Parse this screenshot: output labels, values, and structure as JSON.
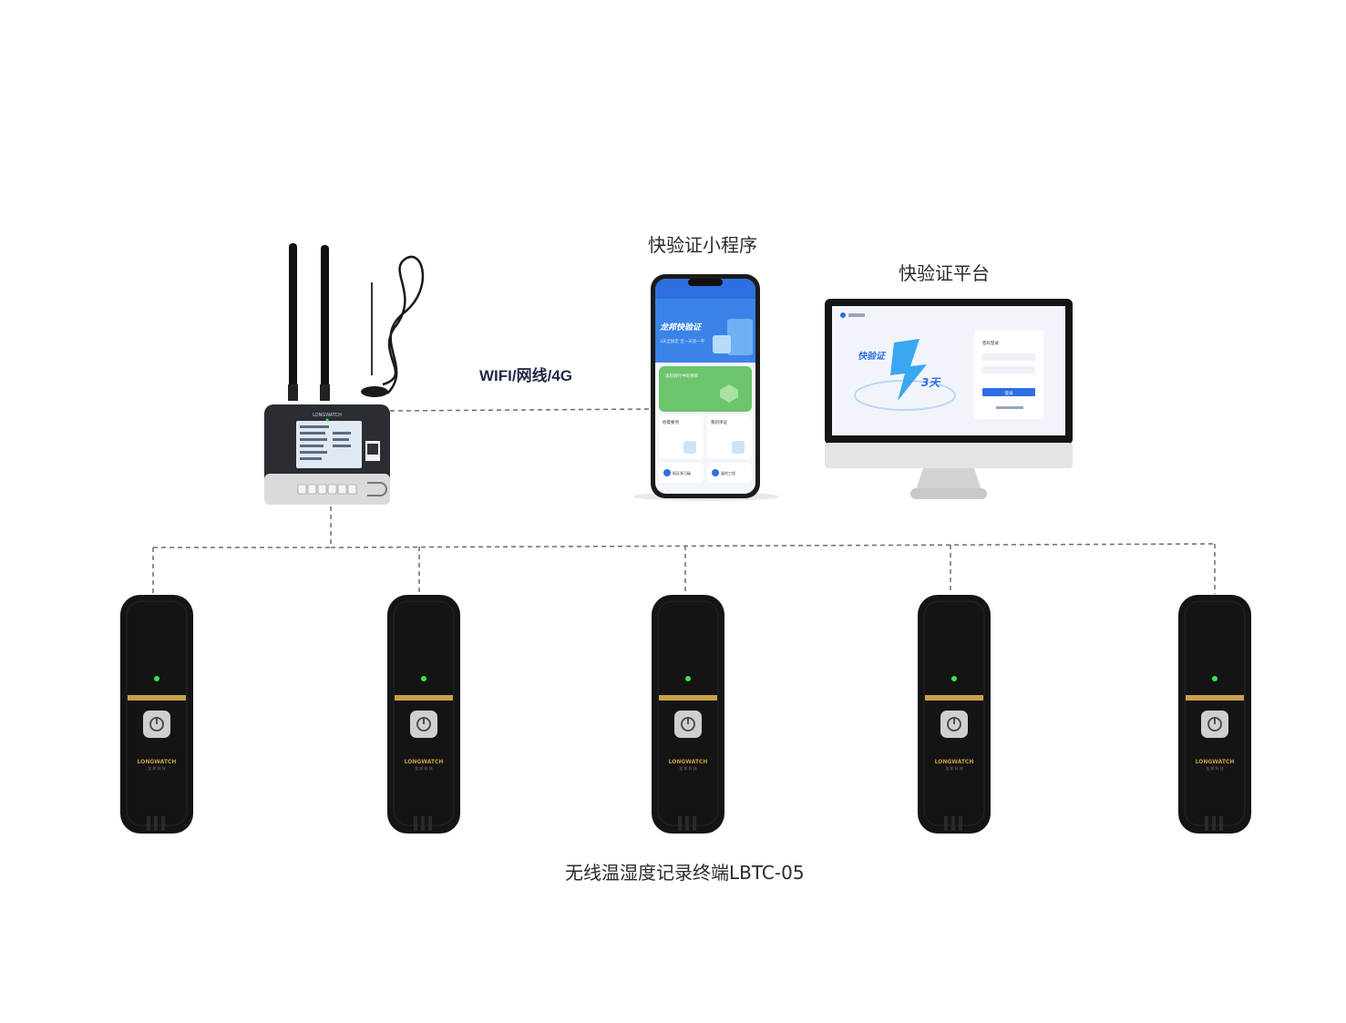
{
  "labels": {
    "mini_program": "快验证小程序",
    "platform": "快验证平台",
    "connection": "WIFI/网线/4G",
    "sensor_caption": "无线温湿度记录终端LBTC-05"
  },
  "gateway": {
    "brand": "LONGWATCH"
  },
  "phone": {
    "app_title": "龙邦快验证",
    "banner_slogan": "3天全搞定 还一天验一平",
    "card_text": "选检验行中的项目",
    "tile_1": "他需要项",
    "tile_2": "我的项证",
    "tile_3": "报证多可级",
    "tile_4": "量的工程"
  },
  "monitor": {
    "hero_title": "快验证",
    "hero_badge": "3天",
    "login_title": "密码登录",
    "login_button": "登录"
  },
  "sensors": [
    {
      "brand": "LONGWATCH",
      "sub": "龙 邦 科 技"
    },
    {
      "brand": "LONGWATCH",
      "sub": "龙 邦 科 技"
    },
    {
      "brand": "LONGWATCH",
      "sub": "龙 邦 科 技"
    },
    {
      "brand": "LONGWATCH",
      "sub": "龙 邦 科 技"
    },
    {
      "brand": "LONGWATCH",
      "sub": "龙 邦 科 技"
    }
  ],
  "colors": {
    "dash_line": "#6b6b7b",
    "sensor_body": "#141414",
    "gold_band": "#c9a04a",
    "led_green": "#3ae34a",
    "accent_blue": "#2f6fe0",
    "green_banner": "#6cc56c"
  }
}
